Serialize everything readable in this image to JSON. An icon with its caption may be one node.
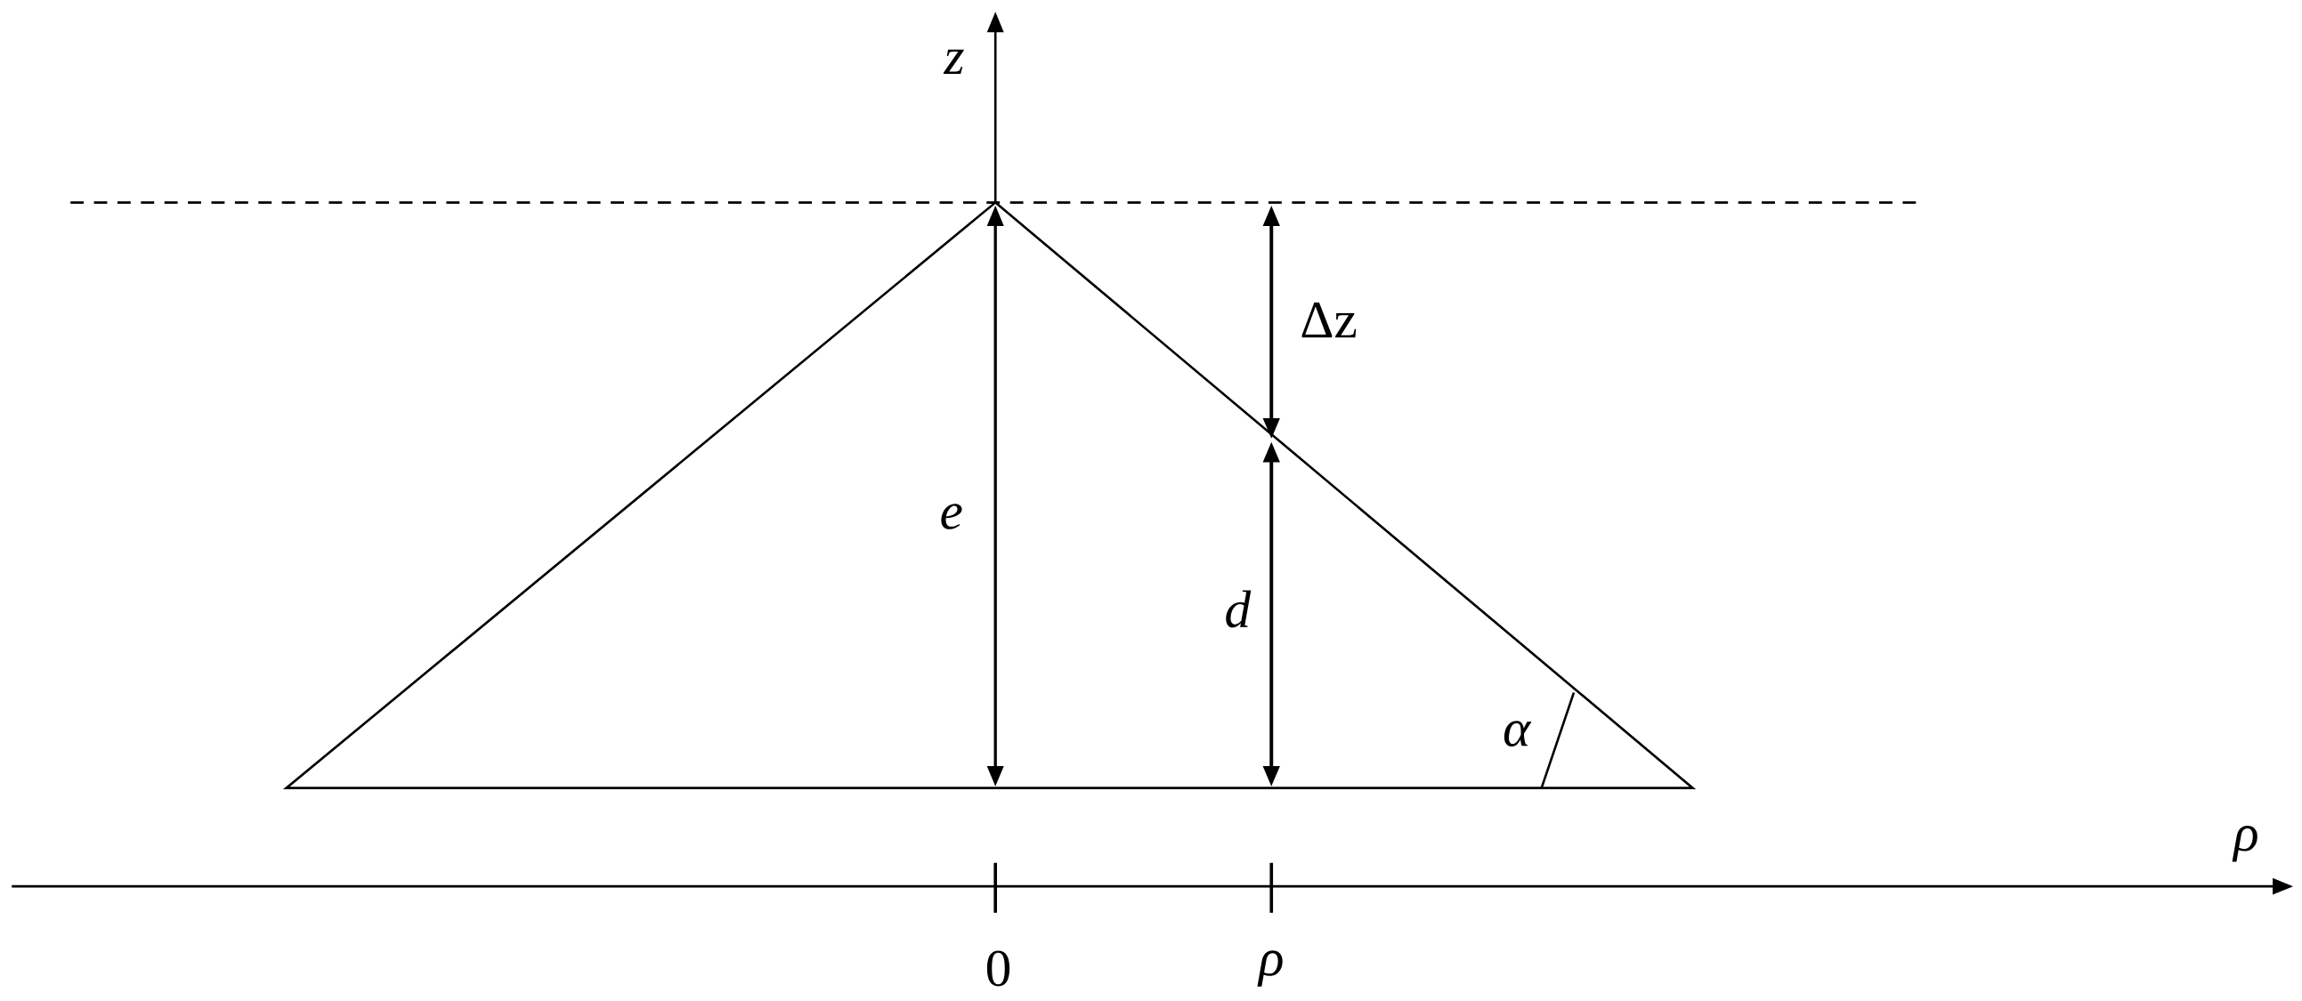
{
  "diagram": {
    "labels": [
      "z",
      "Δz",
      "e",
      "d",
      "α",
      "ρ",
      "0",
      "ρ"
    ]
  }
}
